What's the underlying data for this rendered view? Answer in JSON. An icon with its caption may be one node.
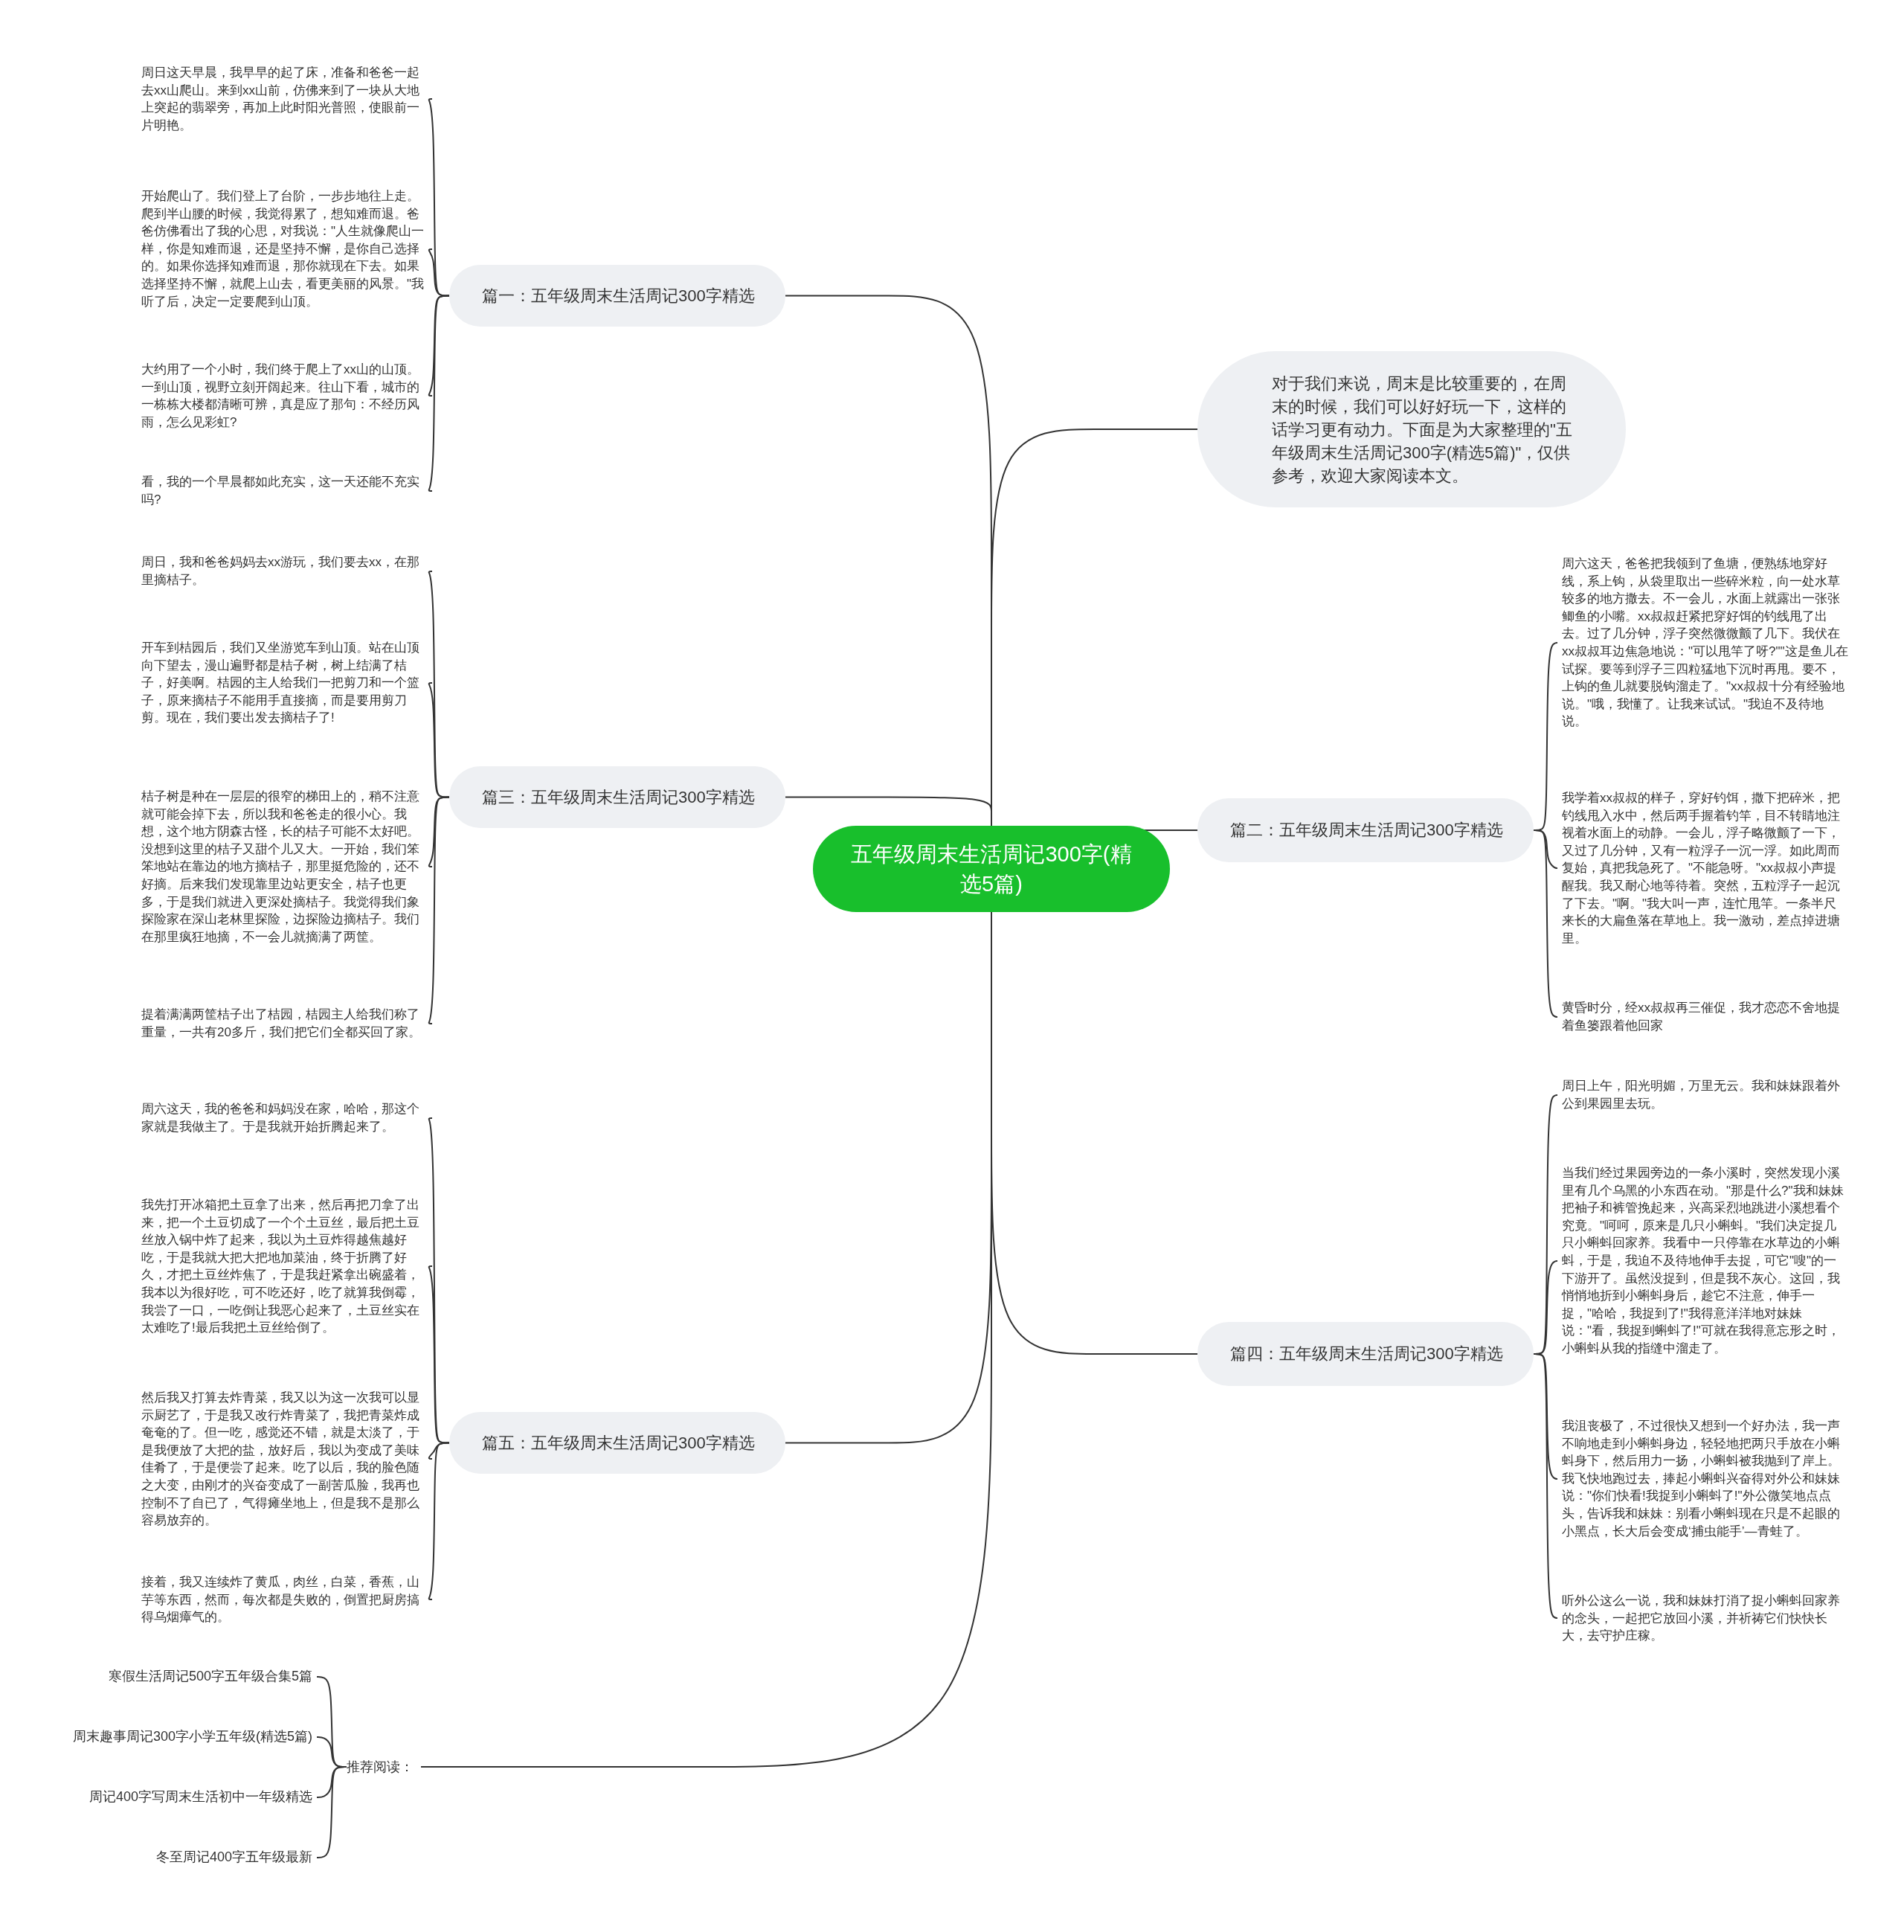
{
  "diagram": {
    "nodes": [
      {
        "text": [
          "五年级周末生活周记300字(精选5篇)"
        ]
      },
      {
        "text": [
          "篇一：五年级周末生活周记300字精选"
        ]
      },
      {
        "text": [
          "周日这天早晨，我早早的起了床，准备和爸爸一起去xx山爬山。来到xx山前，仿佛来到了一块从大地上突起的翡翠旁，再加上此时阳光普照，使眼前一片明艳。"
        ]
      },
      {
        "text": [
          "开始爬山了。我们登上了台阶，一步步地往上走。爬到半山腰的时候，我觉得累了，想知难而退。爸爸仿佛看出了我的心思，对我说：\"人生就像爬山一样，你是知难而退，还是坚持不懈，是你自己选择的。如果你选择知难而退，那你就现在下去。如果选择坚持不懈，就爬上山去，看更美丽的风景。\"我听了后，决定一定要爬到山顶。"
        ]
      },
      {
        "text": [
          "大约用了一个小时，我们终于爬上了xx山的山顶。一到山顶，视野立刻开阔起来。往山下看，城市的一栋栋大楼都清晰可辨，真是应了那句：不经历风雨，怎么见彩虹?"
        ]
      },
      {
        "text": [
          "看，我的一个早晨都如此充实，这一天还能不充实吗?"
        ]
      },
      {
        "text": [
          "对于我们来说，周末是比较重要的，在周末的时候，我们可以好好玩一下，这样的话学习更有动力。下面是为大家整理的\"五年级周末生活周记300字(精选5篇)\"，仅供参考，欢迎大家阅读本文。"
        ]
      },
      {
        "text": [
          "篇三：五年级周末生活周记300字精选"
        ]
      },
      {
        "text": [
          "周日，我和爸爸妈妈去xx游玩，我们要去xx，在那里摘桔子。"
        ]
      },
      {
        "text": [
          "开车到桔园后，我们又坐游览车到山顶。站在山顶向下望去，漫山遍野都是桔子树，树上结满了桔子，好美啊。桔园的主人给我们一把剪刀和一个篮子，原来摘桔子不能用手直接摘，而是要用剪刀剪。现在，我们要出发去摘桔子了!"
        ]
      },
      {
        "text": [
          "桔子树是种在一层层的很窄的梯田上的，稍不注意就可能会掉下去，所以我和爸爸走的很小心。我想，这个地方阴森古怪，长的桔子可能不太好吧。没想到这里的桔子又甜个儿又大。一开始，我们笨笨地站在靠边的地方摘桔子，那里挺危险的，还不好摘。后来我们发现靠里边站更安全，桔子也更多，于是我们就进入更深处摘桔子。我觉得我们象探险家在深山老林里探险，边探险边摘桔子。我们在那里疯狂地摘，不一会儿就摘满了两筐。"
        ]
      },
      {
        "text": [
          "提着满满两筐桔子出了桔园，桔园主人给我们称了重量，一共有20多斤，我们把它们全都买回了家。"
        ]
      },
      {
        "text": [
          "篇二：五年级周末生活周记300字精选"
        ]
      },
      {
        "text": [
          "周六这天，爸爸把我领到了鱼塘，便熟练地穿好线，系上钩，从袋里取出一些碎米粒，向一处水草较多的地方撒去。不一会儿，水面上就露出一张张鲫鱼的小嘴。xx叔叔赶紧把穿好饵的钓线甩了出去。过了几分钟，浮子突然微微颤了几下。我伏在xx叔叔耳边焦急地说：\"可以甩竿了呀?\"\"这是鱼儿在试探。要等到浮子三四粒猛地下沉时再甩。要不，上钩的鱼儿就要脱钩溜走了。\"xx叔叔十分有经验地说。\"哦，我懂了。让我来试试。\"我迫不及待地说。"
        ]
      },
      {
        "text": [
          "我学着xx叔叔的样子，穿好钓饵，撒下把碎米，把钓线甩入水中，然后两手握着钓竿，目不转睛地注视着水面上的动静。一会儿，浮子略微颤了一下，又过了几分钟，又有一粒浮子一沉一浮。如此周而复始，真把我急死了。\"不能急呀。\"xx叔叔小声提醒我。我又耐心地等待着。突然，五粒浮子一起沉了下去。\"啊。\"我大叫一声，连忙甩竿。一条半尺来长的大扁鱼落在草地上。我一激动，差点掉进塘里。"
        ]
      },
      {
        "text": [
          "黄昏时分，经xx叔叔再三催促，我才恋恋不舍地提着鱼篓跟着他回家"
        ]
      },
      {
        "text": [
          "篇五：五年级周末生活周记300字精选"
        ]
      },
      {
        "text": [
          "周六这天，我的爸爸和妈妈没在家，哈哈，那这个家就是我做主了。于是我就开始折腾起来了。"
        ]
      },
      {
        "text": [
          "我先打开冰箱把土豆拿了出来，然后再把刀拿了出来，把一个土豆切成了一个个土豆丝，最后把土豆丝放入锅中炸了起来，我以为土豆炸得越焦越好吃，于是我就大把大把地加菜油，终于折腾了好久，才把土豆丝炸焦了，于是我赶紧拿出碗盛着，我本以为很好吃，可不吃还好，吃了就算我倒霉，我尝了一口，一吃倒让我恶心起来了，土豆丝实在太难吃了!最后我把土豆丝给倒了。"
        ]
      },
      {
        "text": [
          "然后我又打算去炸青菜，我又以为这一次我可以显示厨艺了，于是我又改行炸青菜了，我把青菜炸成奄奄的了。但一吃，感觉还不错，就是太淡了，于是我便放了大把的盐，放好后，我以为变成了美味佳肴了，于是便尝了起来。吃了以后，我的脸色随之大变，由刚才的兴奋变成了一副苦瓜脸，我再也控制不了自已了，气得瘫坐地上，但是我不是那么容易放弃的。"
        ]
      },
      {
        "text": [
          "接着，我又连续炸了黄瓜，肉丝，白菜，香蕉，山芋等东西，然而，每次都是失败的，倒置把厨房搞得乌烟瘴气的。"
        ]
      },
      {
        "text": [
          "篇四：五年级周末生活周记300字精选"
        ]
      },
      {
        "text": [
          "周日上午，阳光明媚，万里无云。我和妹妹跟着外公到果园里去玩。"
        ]
      },
      {
        "text": [
          "当我们经过果园旁边的一条小溪时，突然发现小溪里有几个乌黑的小东西在动。\"那是什么?\"我和妹妹把袖子和裤管挽起来，兴高采烈地跳进小溪想看个究竟。\"呵呵，原来是几只小蝌蚪。\"我们决定捉几只小蝌蚪回家养。我看中一只停靠在水草边的小蝌蚪，于是，我迫不及待地伸手去捉，可它\"嗖\"的一下游开了。虽然没捉到，但是我不灰心。这回，我悄悄地折到小蝌蚪身后，趁它不注意，伸手一捉，\"哈哈，我捉到了!\"我得意洋洋地对妹妹说：\"看，我捉到蝌蚪了!\"可就在我得意忘形之时，小蝌蚪从我的指缝中溜走了。"
        ]
      },
      {
        "text": [
          "我沮丧极了，不过很快又想到一个好办法，我一声不响地走到小蝌蚪身边，轻轻地把两只手放在小蝌蚪身下，然后用力一扬，小蝌蚪被我抛到了岸上。我飞快地跑过去，捧起小蝌蚪兴奋得对外公和妹妹说：\"你们快看!我捉到小蝌蚪了!\"外公微笑地点点头，告诉我和妹妹：别看小蝌蚪现在只是不起眼的小黑点，长大后会变成‘捕虫能手’—青蛙了。"
        ]
      },
      {
        "text": [
          "听外公这么一说，我和妹妹打消了捉小蝌蚪回家养的念头，一起把它放回小溪，并祈祷它们快快长大，去守护庄稼。"
        ]
      },
      {
        "text": [
          "推荐阅读："
        ]
      },
      {
        "text": [
          "寒假生活周记500字五年级合集5篇"
        ]
      },
      {
        "text": [
          "周末趣事周记300字小学五年级(精选5篇)"
        ]
      },
      {
        "text": [
          "周记400字写周末生活初中一年级精选"
        ]
      },
      {
        "text": [
          "冬至周记400字五年级最新"
        ]
      }
    ],
    "edges": [
      {
        "from": 0,
        "to": 1,
        "arrow": "none"
      },
      {
        "from": 1,
        "to": 2,
        "arrow": "none"
      },
      {
        "from": 1,
        "to": 3,
        "arrow": "none"
      },
      {
        "from": 1,
        "to": 4,
        "arrow": "none"
      },
      {
        "from": 1,
        "to": 5,
        "arrow": "none"
      },
      {
        "from": 0,
        "to": 6,
        "arrow": "none"
      },
      {
        "from": 0,
        "to": 7,
        "arrow": "none"
      },
      {
        "from": 7,
        "to": 8,
        "arrow": "none"
      },
      {
        "from": 7,
        "to": 9,
        "arrow": "none"
      },
      {
        "from": 7,
        "to": 10,
        "arrow": "none"
      },
      {
        "from": 7,
        "to": 11,
        "arrow": "none"
      },
      {
        "from": 0,
        "to": 12,
        "arrow": "none"
      },
      {
        "from": 12,
        "to": 13,
        "arrow": "none"
      },
      {
        "from": 12,
        "to": 14,
        "arrow": "none"
      },
      {
        "from": 12,
        "to": 15,
        "arrow": "none"
      },
      {
        "from": 0,
        "to": 16,
        "arrow": "none"
      },
      {
        "from": 16,
        "to": 17,
        "arrow": "none"
      },
      {
        "from": 16,
        "to": 18,
        "arrow": "none"
      },
      {
        "from": 16,
        "to": 19,
        "arrow": "none"
      },
      {
        "from": 16,
        "to": 20,
        "arrow": "none"
      },
      {
        "from": 0,
        "to": 21,
        "arrow": "none"
      },
      {
        "from": 21,
        "to": 22,
        "arrow": "none"
      },
      {
        "from": 21,
        "to": 23,
        "arrow": "none"
      },
      {
        "from": 21,
        "to": 24,
        "arrow": "none"
      },
      {
        "from": 21,
        "to": 25,
        "arrow": "none"
      },
      {
        "from": 0,
        "to": 26,
        "arrow": "none"
      },
      {
        "from": 26,
        "to": 27,
        "arrow": "none"
      },
      {
        "from": 26,
        "to": 28,
        "arrow": "none"
      },
      {
        "from": 26,
        "to": 29,
        "arrow": "none"
      },
      {
        "from": 26,
        "to": 30,
        "arrow": "none"
      }
    ]
  }
}
